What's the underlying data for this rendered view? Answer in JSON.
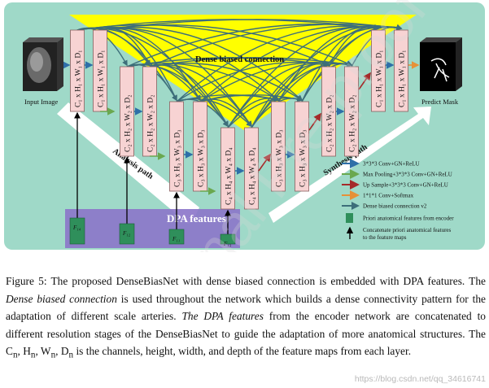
{
  "figure": {
    "title_dense": "Dense biased connection",
    "input_label": "Input Image",
    "output_label": "Predict Mask",
    "analysis_label": "Analysis path",
    "synthesis_label": "Synthesis path",
    "dpa_label": "DPA features",
    "boxes": [
      "C₁ x H₁ x W₁ x D₁",
      "C₁ x H₁ x W₁ x D₁",
      "C₂ x H₂ x W₂ x D₂",
      "C₂ x H₂ x W₂ x D₂",
      "C₃ x H₃ x W₃ x D₃",
      "C₃ x H₃ x W₃ x D₃",
      "C₄ x H₄ x W₄ x D₄",
      "C₄ x H₄ x W₄ x D₄",
      "C₃ x H₃ x W₃ x D₃",
      "C₃ x H₃ x W₃ x D₃",
      "C₂ x H₂ x W₂ x D₂",
      "C₂ x H₂ x W₂ x D₂",
      "C₁ x H₁ x W₁ x D₁",
      "C₁ x H₁ x W₁ x D₁"
    ],
    "prior_features": [
      "F₁₄",
      "F₁₂",
      "F₁₁",
      "F₁₃"
    ],
    "legend": [
      {
        "text": "3*3*3 Conv+GN+ReLU",
        "color": "#2e6fa8",
        "kind": "arrow"
      },
      {
        "text": "Max Pooling+3*3*3 Conv+GN+ReLU",
        "color": "#6aa84f",
        "kind": "arrow"
      },
      {
        "text": "Up Sample+3*3*3 Conv+GN+ReLU",
        "color": "#a52a2a",
        "kind": "arrow"
      },
      {
        "text": "1*1*1 Conv+Softmax",
        "color": "#e69138",
        "kind": "arrow"
      },
      {
        "text": "Dense biased connection v2",
        "color": "#3d6e7a",
        "kind": "arrow"
      },
      {
        "text": "Priori anatomical features from encoder",
        "color": "#2f8f5b",
        "kind": "block"
      },
      {
        "text": "Concatenate priori anatomical features to the feature maps",
        "color": "#000000",
        "kind": "black-arrow"
      }
    ],
    "colors": {
      "background": "#9fd9c8",
      "yellow": "#ffff00",
      "box_fill": "#f7d3d3",
      "dpa_band": "#8b74c9",
      "feature_block": "#2f8f5b"
    }
  },
  "caption": {
    "fig_label": "Figure 5:",
    "p1": " The proposed DenseBiasNet with dense biased connection is embedded with DPA features. The ",
    "em1": "Dense biased connection",
    "p2": " is used throughout the network which builds a dense connectivity pattern for the adaptation of different scale arteries. ",
    "em2": "The DPA features",
    "p3": " from the encoder network are concatenated to different resolution stages of the DenseBiasNet to guide the adaptation of more anatomical structures. The C",
    "sub_n": "n",
    "p4": ", H",
    "p5": ", W",
    "p6": ", D",
    "p7": " is the channels, height, width, and depth of the feature maps from each layer."
  },
  "watermark": "https://blog.csdn.net/qq_34616741",
  "overlay_text": "Journal Pre-proof"
}
